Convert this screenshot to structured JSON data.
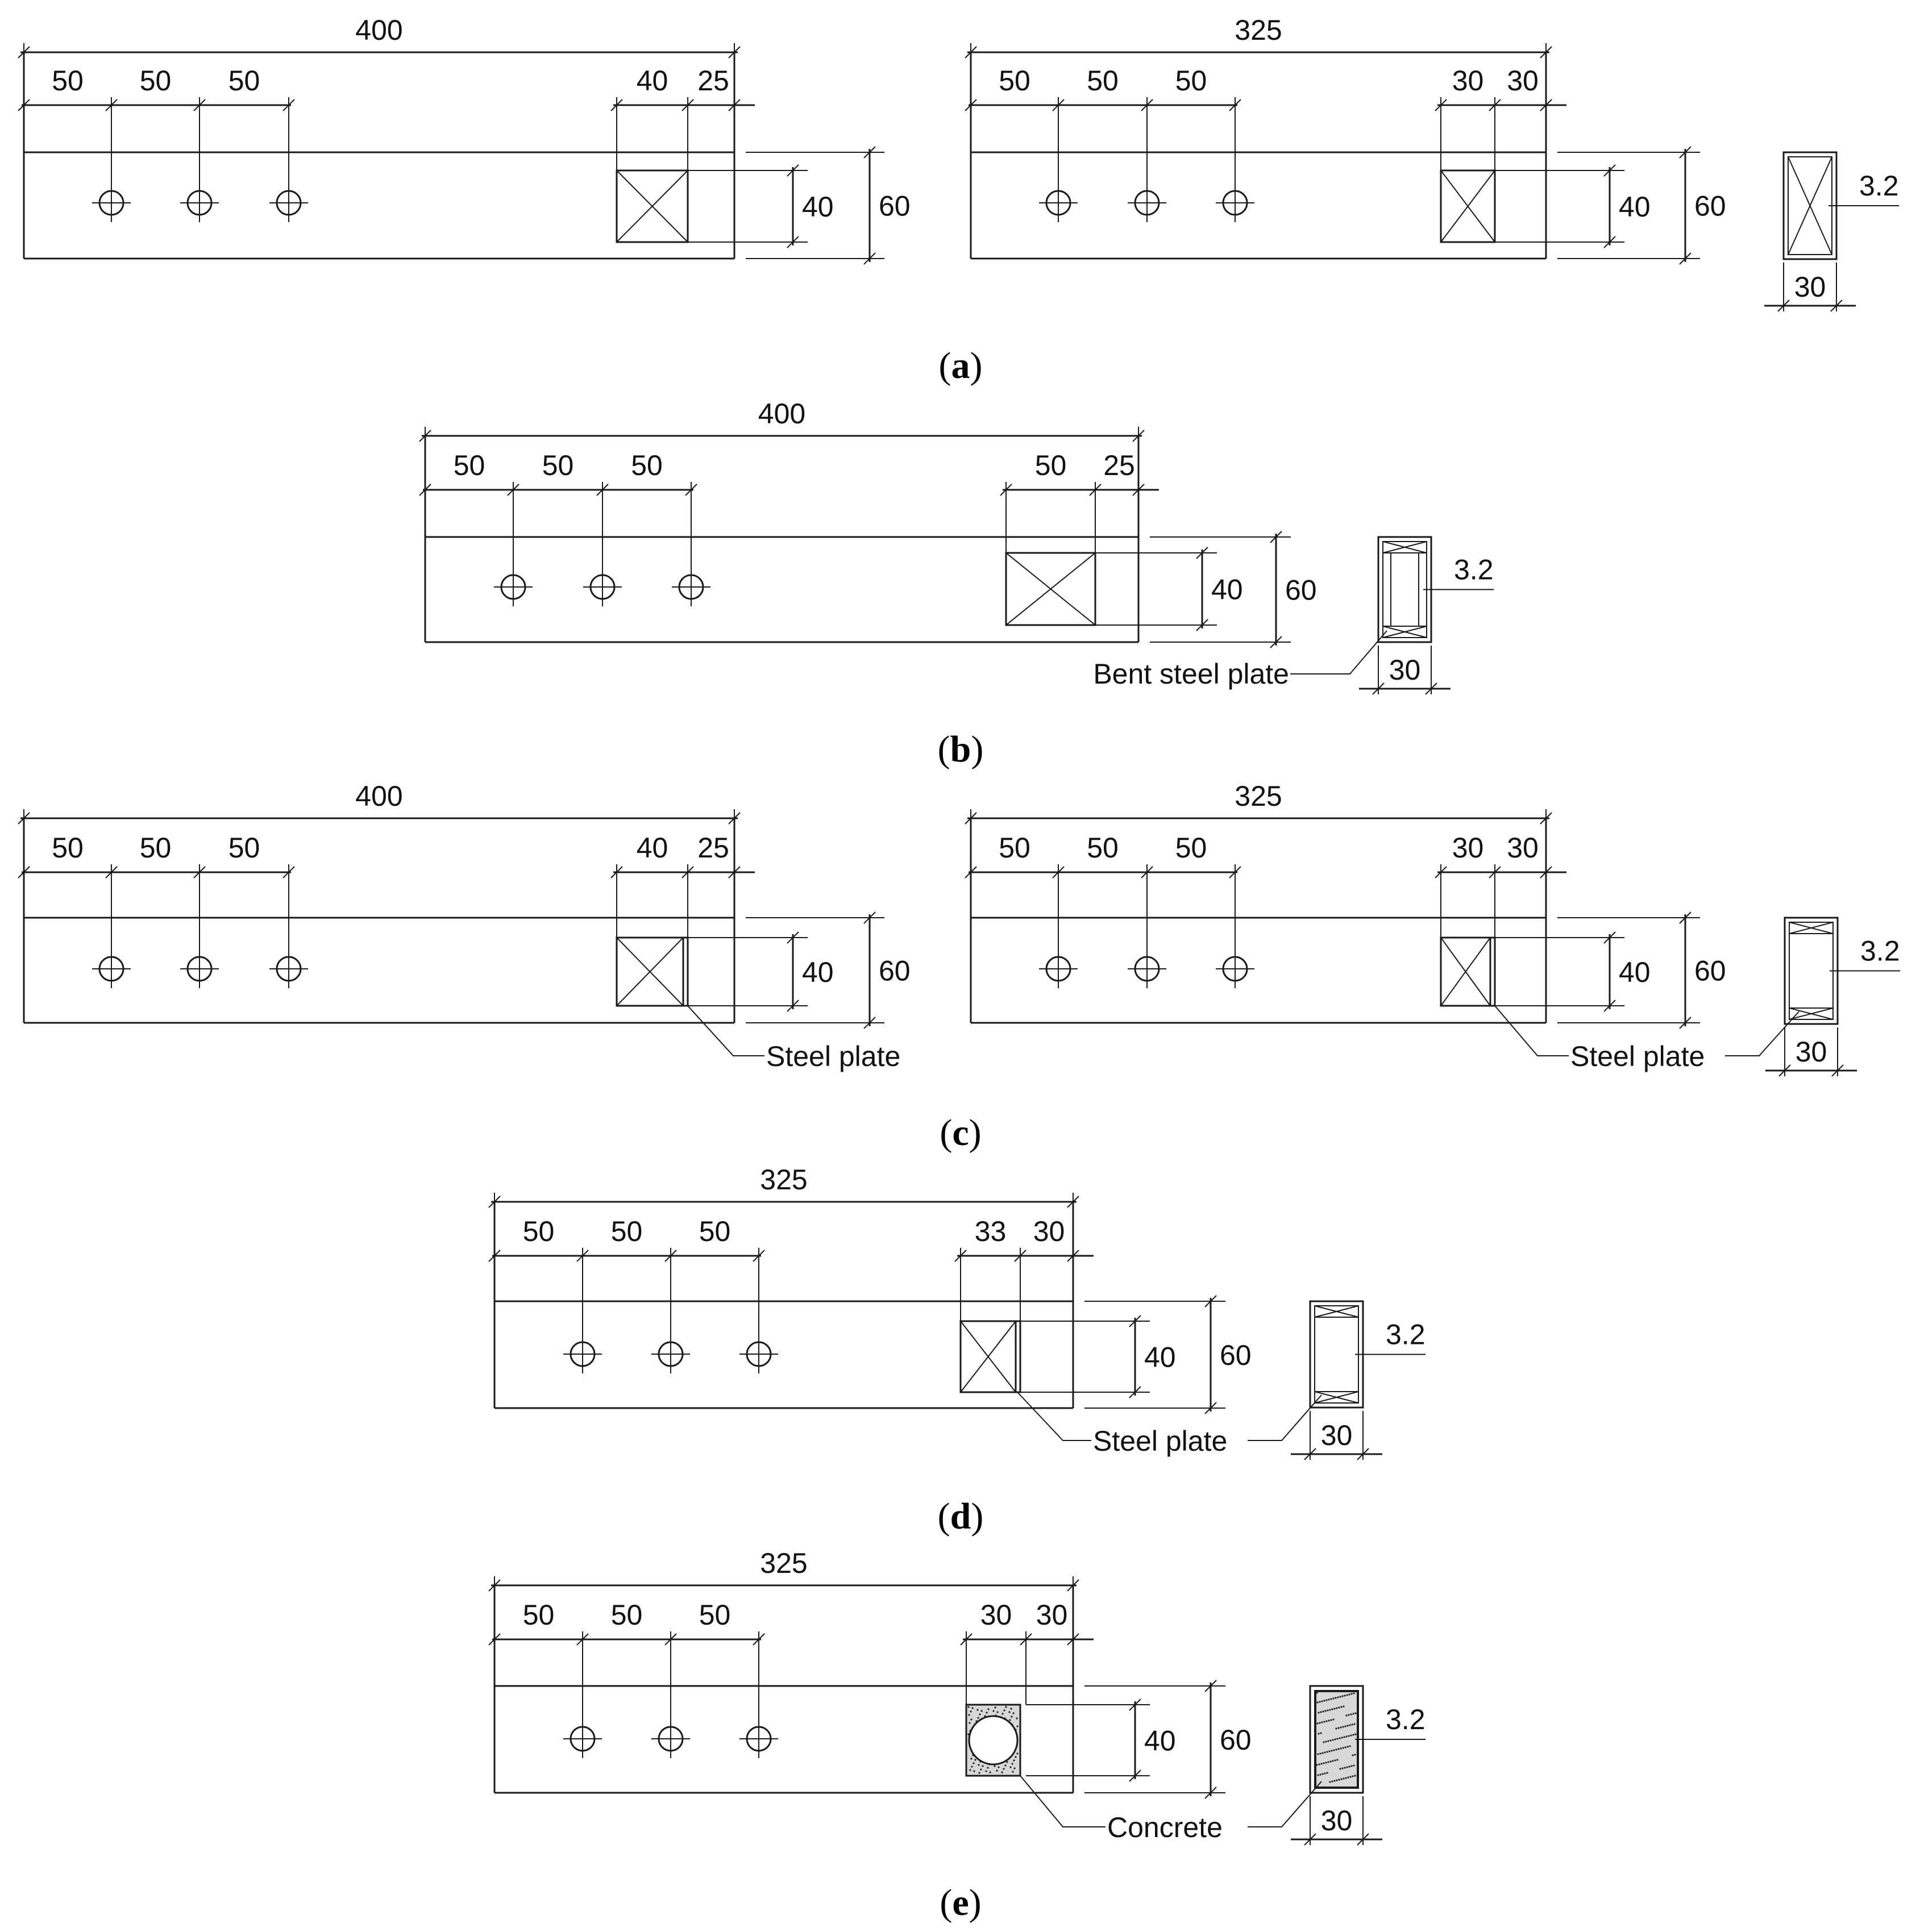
{
  "panels": {
    "a": {
      "caption_open": "(",
      "caption_letter": "a",
      "caption_close": ")",
      "left": {
        "total": "400",
        "spacing_1": "50",
        "spacing_2": "50",
        "spacing_3": "50",
        "box_width": "40",
        "end_distance": "25",
        "inner_height": "40",
        "outer_height": "60"
      },
      "right": {
        "total": "325",
        "spacing_1": "50",
        "spacing_2": "50",
        "spacing_3": "50",
        "box_width": "30",
        "end_distance": "30",
        "inner_height": "40",
        "outer_height": "60"
      },
      "section": {
        "thickness": "3.2",
        "width": "30"
      }
    },
    "b": {
      "caption_open": "(",
      "caption_letter": "b",
      "caption_close": ")",
      "main": {
        "total": "400",
        "spacing_1": "50",
        "spacing_2": "50",
        "spacing_3": "50",
        "box_width": "50",
        "end_distance": "25",
        "inner_height": "40",
        "outer_height": "60"
      },
      "section": {
        "thickness": "3.2",
        "width": "30",
        "note": "Bent steel plate"
      }
    },
    "c": {
      "caption_open": "(",
      "caption_letter": "c",
      "caption_close": ")",
      "left": {
        "total": "400",
        "spacing_1": "50",
        "spacing_2": "50",
        "spacing_3": "50",
        "box_width": "40",
        "end_distance": "25",
        "inner_height": "40",
        "outer_height": "60",
        "note": "Steel plate"
      },
      "right": {
        "total": "325",
        "spacing_1": "50",
        "spacing_2": "50",
        "spacing_3": "50",
        "box_width": "30",
        "end_distance": "30",
        "inner_height": "40",
        "outer_height": "60",
        "note": "Steel plate"
      },
      "section": {
        "thickness": "3.2",
        "width": "30"
      }
    },
    "d": {
      "caption_open": "(",
      "caption_letter": "d",
      "caption_close": ")",
      "main": {
        "total": "325",
        "spacing_1": "50",
        "spacing_2": "50",
        "spacing_3": "50",
        "box_width": "33",
        "end_distance": "30",
        "inner_height": "40",
        "outer_height": "60",
        "note": "Steel plate"
      },
      "section": {
        "thickness": "3.2",
        "width": "30"
      }
    },
    "e": {
      "caption_open": "(",
      "caption_letter": "e",
      "caption_close": ")",
      "main": {
        "total": "325",
        "spacing_1": "50",
        "spacing_2": "50",
        "spacing_3": "50",
        "box_width": "30",
        "end_distance": "30",
        "inner_height": "40",
        "outer_height": "60",
        "note": "Concrete"
      },
      "section": {
        "thickness": "3.2",
        "width": "30"
      }
    }
  }
}
